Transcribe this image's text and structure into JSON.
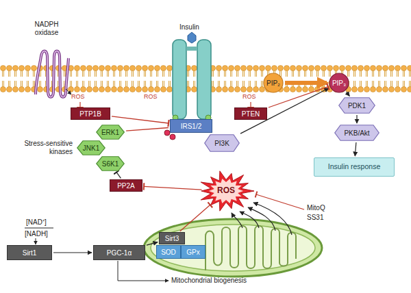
{
  "diagram": {
    "nodes": [
      {
        "text": [
          "PTP1B"
        ]
      },
      {
        "text": [
          "PTEN"
        ]
      },
      {
        "text": [
          "IRS1/2"
        ]
      },
      {
        "text": [
          "PI3K"
        ]
      },
      {
        "text": [
          "PIP₂"
        ]
      },
      {
        "text": [
          "PIP₃"
        ]
      },
      {
        "text": [
          "PDK1"
        ]
      },
      {
        "text": [
          "PKB/Akt"
        ]
      },
      {
        "text": [
          "Insulin response"
        ]
      },
      {
        "text": [
          "ERK1"
        ]
      },
      {
        "text": [
          "JNK1"
        ]
      },
      {
        "text": [
          "S6K1"
        ]
      },
      {
        "text": [
          "PP2A"
        ]
      },
      {
        "text": [
          "ROS"
        ]
      },
      {
        "text": [
          "Sirt1"
        ]
      },
      {
        "text": [
          "PGC-1α"
        ]
      },
      {
        "text": [
          "Sirt3"
        ]
      },
      {
        "text": [
          "SOD"
        ]
      },
      {
        "text": [
          "GPx"
        ]
      }
    ],
    "edges": [
      {
        "from": 0,
        "to": 2,
        "arrow": "to"
      },
      {
        "from": 3,
        "to": 5,
        "arrow": "to"
      },
      {
        "from": 4,
        "to": 5,
        "arrow": "to"
      },
      {
        "from": 1,
        "to": 5,
        "arrow": "to"
      },
      {
        "from": 5,
        "to": 6,
        "arrow": "to"
      },
      {
        "from": 6,
        "to": 7,
        "arrow": "to"
      },
      {
        "from": 7,
        "to": 8,
        "arrow": "to"
      },
      {
        "from": 9,
        "to": 2,
        "arrow": "none"
      },
      {
        "from": 12,
        "to": 11,
        "arrow": "to"
      },
      {
        "from": 13,
        "to": 12,
        "arrow": "to"
      },
      {
        "from": 14,
        "to": 15,
        "arrow": "to"
      },
      {
        "from": 15,
        "to": 16,
        "arrow": "to"
      },
      {
        "from": 16,
        "to": 13,
        "arrow": "to"
      }
    ],
    "labels": [
      "NADPH oxidase",
      "Insulin",
      "ROS",
      "ROS",
      "ROS",
      "Stress-sensitive kinases",
      "[NAD⁺]",
      "[NADH]",
      "MitoQ",
      "SS31",
      "Mitochondrial biogenesis"
    ]
  }
}
